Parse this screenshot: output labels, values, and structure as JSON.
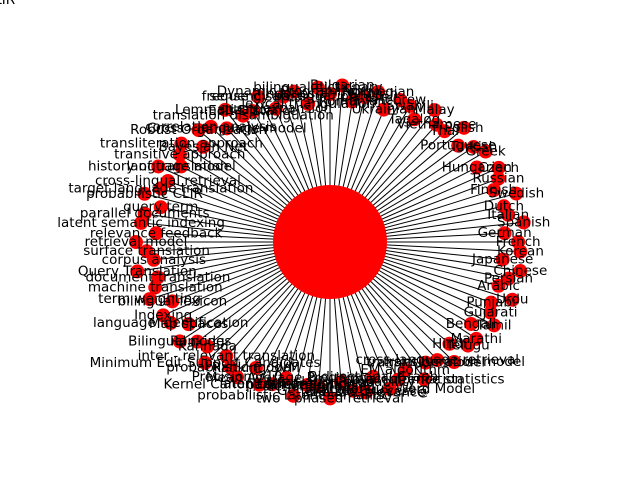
{
  "diagram": {
    "type": "star-network",
    "node_color": "#ff0000",
    "edge_color": "#000000",
    "label_color": "#000000",
    "center": {
      "label": "CLIR"
    },
    "nodes": [
      "Indonesian - English",
      "bilingual dictionary",
      "lexical triangulation",
      "Dynamic Programming",
      "sense disambiguation",
      "query expansion",
      "frequency based",
      "Edit Distance",
      "translation disambiguation",
      "Lemmatization",
      "Cross - language model",
      "correlation analysis",
      "Robust Organization",
      "Bayesian Net",
      "transliteration approach",
      "transitive approach",
      "language model",
      "history of translation",
      "cross-lingual retrieval",
      "target language translation",
      "probabilistic CLIR",
      "query term",
      "parallel documents",
      "latent semantic indexing",
      "relevance feedback",
      "retrieval model",
      "surface translation",
      "corpus analysis",
      "Query Translation",
      "document translation",
      "machine translation",
      "term weighting",
      "bilingual lexicon",
      "Indexing",
      "language identification",
      "Map spaces",
      "Bilingual nodes",
      "Ranking",
      "Kannada",
      "Minimum Edit Support Candidates",
      "inter - relevant translation",
      "probabilistic model",
      "Precision@10",
      "Ranking SVM",
      "Kernel Canonical Correlation",
      "latent semantic",
      "Mean Average Precision",
      "probabilistic latent semantic",
      "parallel alignment",
      "dictionary-based",
      "two - phased retrieval",
      "translation probability",
      "Generalized Success@",
      "pseudo relevance",
      "Bidirectional Graph",
      "Synchronous Word Model",
      "mutual information",
      "EM algorithm",
      "co-occurrence statistics",
      "translation model",
      "cross-language retrieval",
      "transliteration model",
      "Hindi",
      "Telugu",
      "Marathi",
      "Bengali",
      "Tamil",
      "Gujarati",
      "Punjabi",
      "Urdu",
      "Arabic",
      "Persian",
      "Chinese",
      "Japanese",
      "Korean",
      "French",
      "German",
      "Spanish",
      "Italian",
      "Dutch",
      "Swedish",
      "Finnish",
      "Russian",
      "Czech",
      "Hungarian",
      "Greek",
      "Turkish",
      "Portuguese",
      "Polish",
      "Thai",
      "Vietnamese",
      "Malay",
      "Tagalog",
      "Swahili",
      "Hebrew",
      "Ukrainian",
      "Norwegian",
      "Danish",
      "Romanian",
      "Bulgarian"
    ]
  }
}
